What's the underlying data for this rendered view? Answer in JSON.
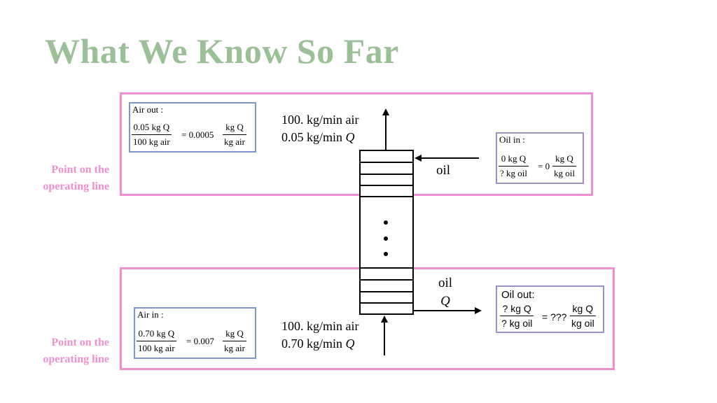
{
  "title": "What We Know So Far",
  "regions": {
    "top_label": "Point on the operating line",
    "bottom_label": "Point on the operating line"
  },
  "air_out": {
    "header": "Air out :",
    "num": "0.05 kg Q",
    "den": "100 kg air",
    "equals": "= 0.0005",
    "unit_num": "kg Q",
    "unit_den": "kg air"
  },
  "oil_in": {
    "header": "Oil in :",
    "num": "0 kg Q",
    "den": "? kg oil",
    "equals": "= 0",
    "unit_num": "kg Q",
    "unit_den": "kg oil"
  },
  "air_in": {
    "header": "Air in :",
    "num": "0.70 kg Q",
    "den": "100 kg air",
    "equals": "= 0.007",
    "unit_num": "kg Q",
    "unit_den": "kg air"
  },
  "oil_out": {
    "header": "Oil out:",
    "num": "? kg Q",
    "den": "? kg oil",
    "equals": "= ???",
    "unit_num": "kg Q",
    "unit_den": "kg oil"
  },
  "top_flow": {
    "line1": "100. kg/min air",
    "line2_value": "0.05 kg/min",
    "line2_var": "Q"
  },
  "bottom_flow": {
    "line1": "100. kg/min air",
    "line2_value": "0.70 kg/min",
    "line2_var": "Q"
  },
  "oil_in_stream": "oil",
  "oil_out_stream": {
    "line1": "oil",
    "line2": "Q"
  },
  "colors": {
    "title": "#9bbf96",
    "region": "#ef8fd0",
    "air_box": "#7b96cf",
    "oil_box": "#9d8fc4"
  }
}
